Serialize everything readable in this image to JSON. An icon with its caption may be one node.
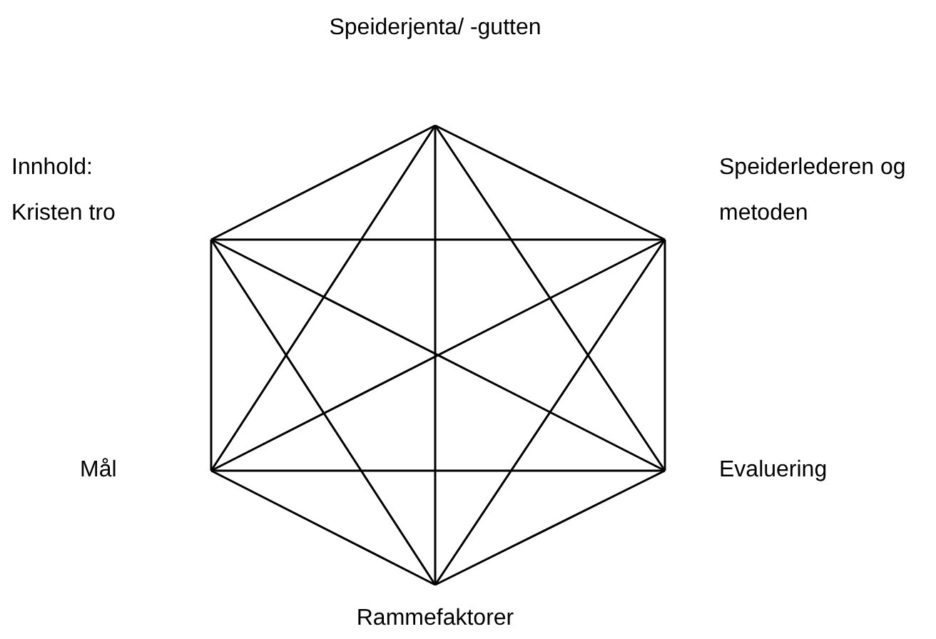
{
  "diagram": {
    "nodes": [
      {
        "text": [
          "Speiderjenta/ -gutten"
        ]
      },
      {
        "text": [
          "Innhold: Kristen tro"
        ]
      },
      {
        "text": [
          "Speiderlederen og metoden"
        ]
      },
      {
        "text": [
          "Mål"
        ]
      },
      {
        "text": [
          "Evaluering"
        ]
      },
      {
        "text": [
          "Rammefaktorer"
        ]
      }
    ],
    "edges": [
      {
        "from": 0,
        "to": 2,
        "arrow": "none"
      },
      {
        "from": 2,
        "to": 4,
        "arrow": "none"
      },
      {
        "from": 4,
        "to": 5,
        "arrow": "none"
      },
      {
        "from": 5,
        "to": 3,
        "arrow": "none"
      },
      {
        "from": 3,
        "to": 1,
        "arrow": "none"
      },
      {
        "from": 1,
        "to": 0,
        "arrow": "none"
      },
      {
        "from": 0,
        "to": 4,
        "arrow": "none"
      },
      {
        "from": 0,
        "to": 5,
        "arrow": "none"
      },
      {
        "from": 0,
        "to": 3,
        "arrow": "none"
      },
      {
        "from": 1,
        "to": 2,
        "arrow": "none"
      },
      {
        "from": 1,
        "to": 4,
        "arrow": "none"
      },
      {
        "from": 1,
        "to": 5,
        "arrow": "none"
      },
      {
        "from": 2,
        "to": 3,
        "arrow": "none"
      },
      {
        "from": 2,
        "to": 5,
        "arrow": "none"
      },
      {
        "from": 3,
        "to": 4,
        "arrow": "none"
      }
    ]
  }
}
